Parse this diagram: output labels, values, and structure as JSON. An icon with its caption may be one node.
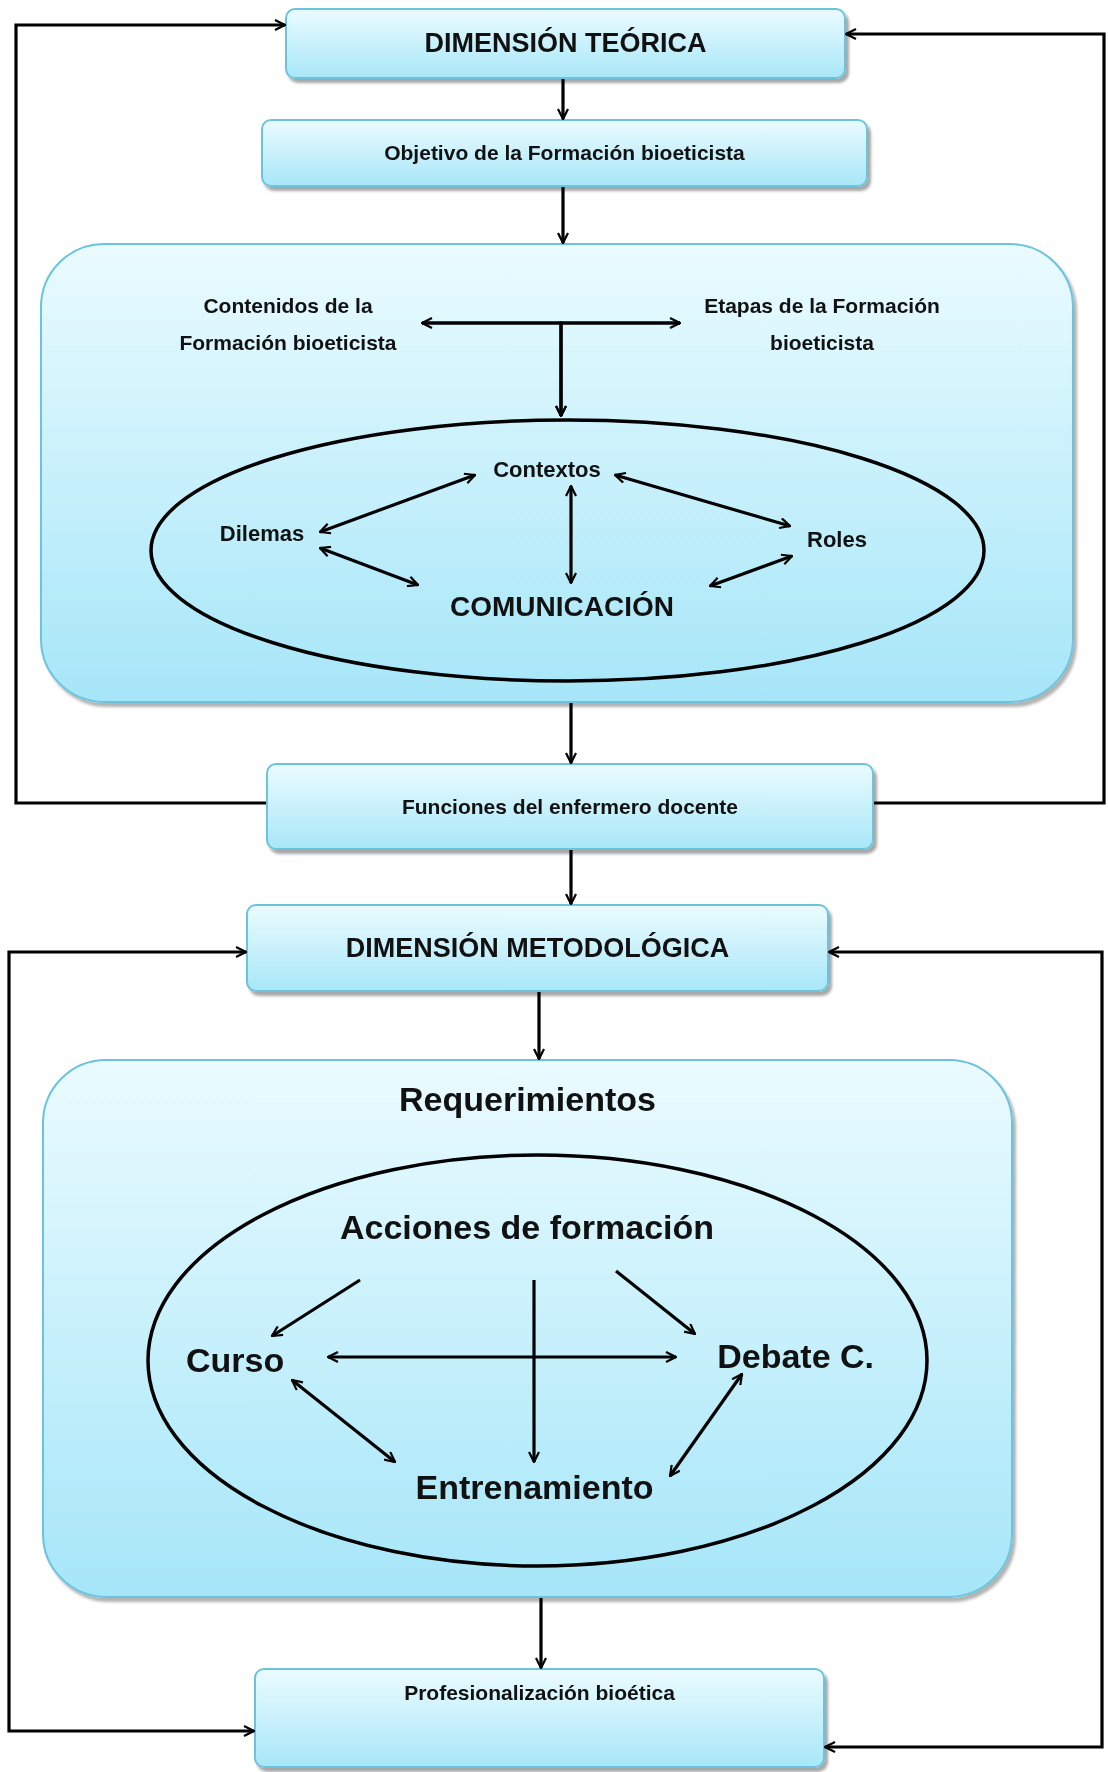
{
  "diagram": {
    "nodes": [
      {
        "text": [
          "DIMENSIÓN TEÓRICA"
        ]
      },
      {
        "text": [
          "Objetivo de la Formación bioeticista"
        ]
      },
      {
        "text": [],
        "shape": "box"
      },
      {
        "text": [
          "Contenidos de la Formación bioeticista"
        ],
        "in": 2
      },
      {
        "text": [
          "Etapas de la Formación bioeticista"
        ],
        "in": 2
      },
      {
        "text": [],
        "shape": "ellipse",
        "in": 2
      },
      {
        "text": [
          "Contextos"
        ],
        "in": 5
      },
      {
        "text": [
          "Dilemas"
        ],
        "in": 5
      },
      {
        "text": [
          "Roles"
        ],
        "in": 5
      },
      {
        "text": [
          "COMUNICACIÓN"
        ],
        "in": 5
      },
      {
        "text": [
          "Funciones del enfermero docente"
        ]
      },
      {
        "text": [
          "DIMENSIÓN METODOLÓGICA"
        ]
      },
      {
        "text": [
          "Requerimientos"
        ]
      },
      {
        "text": [],
        "shape": "ellipse",
        "in": 12
      },
      {
        "text": [
          "Acciones de formación"
        ],
        "in": 13
      },
      {
        "text": [
          "Curso"
        ],
        "in": 13
      },
      {
        "text": [
          "Debate C."
        ],
        "in": 13
      },
      {
        "text": [
          "Entrenamiento"
        ],
        "in": 13
      },
      {
        "text": [
          "Profesionalización bioética"
        ]
      }
    ],
    "edges": [
      {
        "from": 0,
        "to": 1,
        "arrow": "to"
      },
      {
        "from": 1,
        "to": 2,
        "arrow": "to"
      },
      {
        "from": 3,
        "to": 4,
        "arrow": "both"
      },
      {
        "from": 3,
        "to": 5,
        "arrow": "to"
      },
      {
        "from": 4,
        "to": 5,
        "arrow": "to"
      },
      {
        "from": 7,
        "to": 6,
        "arrow": "both"
      },
      {
        "from": 6,
        "to": 8,
        "arrow": "both"
      },
      {
        "from": 6,
        "to": 9,
        "arrow": "both"
      },
      {
        "from": 7,
        "to": 9,
        "arrow": "both"
      },
      {
        "from": 9,
        "to": 8,
        "arrow": "both"
      },
      {
        "from": 2,
        "to": 10,
        "arrow": "to"
      },
      {
        "from": 10,
        "to": 11,
        "arrow": "to"
      },
      {
        "from": 10,
        "to": 0,
        "arrow": "to"
      },
      {
        "from": 10,
        "to": 0,
        "arrow": "to"
      },
      {
        "from": 11,
        "to": 12,
        "arrow": "to"
      },
      {
        "from": 14,
        "to": 15,
        "arrow": "to"
      },
      {
        "from": 14,
        "to": 16,
        "arrow": "to"
      },
      {
        "from": 14,
        "to": 17,
        "arrow": "to"
      },
      {
        "from": 15,
        "to": 16,
        "arrow": "both"
      },
      {
        "from": 15,
        "to": 17,
        "arrow": "both"
      },
      {
        "from": 17,
        "to": 16,
        "arrow": "both"
      },
      {
        "from": 12,
        "to": 18,
        "arrow": "to"
      },
      {
        "from": 11,
        "to": 18,
        "arrow": "both"
      },
      {
        "from": 11,
        "to": 18,
        "arrow": "both"
      }
    ]
  }
}
